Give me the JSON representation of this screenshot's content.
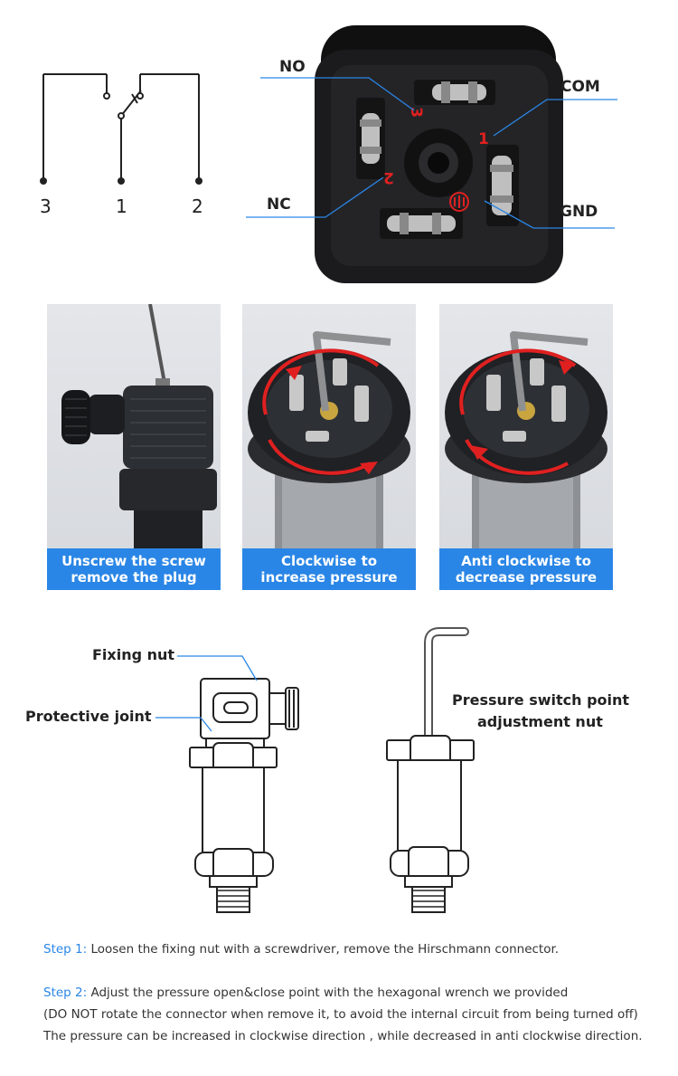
{
  "wiring": {
    "pins": {
      "p3": "3",
      "p1": "1",
      "p2": "2"
    }
  },
  "connector": {
    "labels": {
      "no": "NO",
      "com": "COM",
      "nc": "NC",
      "gnd": "GND"
    },
    "numbers": {
      "n3": "3",
      "n1": "1",
      "n2": "2"
    }
  },
  "panels": [
    {
      "line1": "Unscrew the screw",
      "line2": "remove the plug"
    },
    {
      "line1": "Clockwise to",
      "line2": "increase  pressure"
    },
    {
      "line1": "Anti clockwise to",
      "line2": "decrease pressure"
    }
  ],
  "parts": {
    "fixing_nut": "Fixing nut",
    "protective_joint": "Protective joint",
    "adjust_line1": "Pressure switch point",
    "adjust_line2": "adjustment nut"
  },
  "steps": {
    "step1_label": "Step 1:",
    "step1_text": " Loosen the fixing nut with a screwdriver, remove the Hirschmann connector.",
    "step2_label": "Step 2:",
    "step2_text": " Adjust the pressure open&close point with the hexagonal wrench we provided",
    "step2_note": "(DO NOT rotate the connector when remove it, to avoid the internal circuit from being turned off)",
    "step2_dir": "The pressure can be increased in clockwise direction , while decreased in anti clockwise direction."
  },
  "colors": {
    "accent_blue": "#2a86e6",
    "marker_red": "#e02020"
  }
}
